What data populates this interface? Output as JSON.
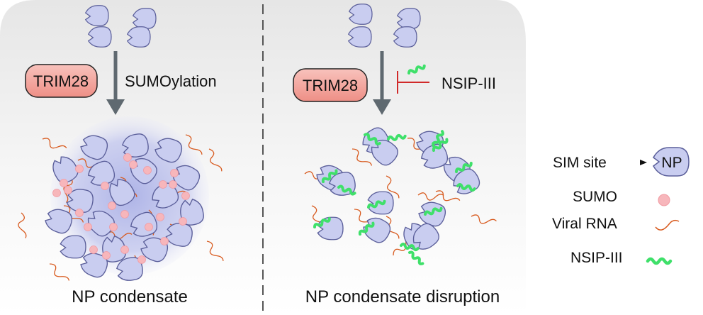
{
  "colors": {
    "np_fill": "#c9cdf0",
    "np_stroke": "#5b5f9a",
    "trim28_fill": "#f4a7a0",
    "sumo": "#f7b6bb",
    "rna": "#d85a1e",
    "nsip": "#3fe06a",
    "arrow": "#5f6970",
    "inhibit": "#d12a2a",
    "condensate": "#b7bde8"
  },
  "icons": [
    "np-protein-icon",
    "sumo-icon",
    "viral-rna-icon",
    "nsip-iii-icon"
  ],
  "left_panel": {
    "enzyme": "TRIM28",
    "process": "SUMOylation",
    "caption": "NP condensate"
  },
  "right_panel": {
    "enzyme": "TRIM28",
    "inhibitor": "NSIP-III",
    "caption": "NP condensate disruption"
  },
  "legend": {
    "sim_site": "SIM site",
    "np": "NP",
    "sumo": "SUMO",
    "viral_rna": "Viral RNA",
    "nsip": "NSIP-III"
  }
}
